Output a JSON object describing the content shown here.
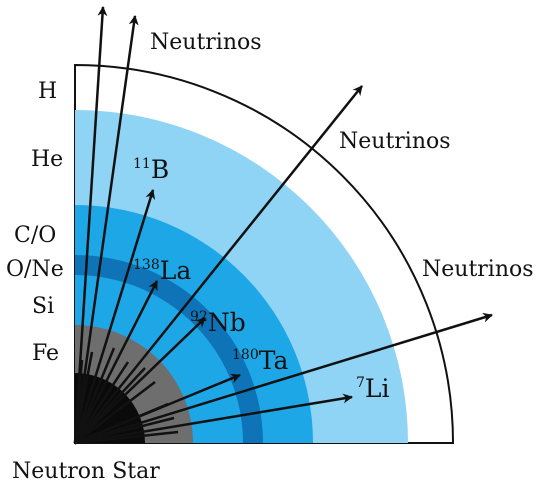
{
  "colors": {
    "hydrogen_shell": "#ffffff",
    "helium_shell": "#8fd3f5",
    "carbon_oxygen_shell": "#1ea7e6",
    "oxygen_neon_shell": "#0f73b8",
    "silicon_shell": "#1ea7e6",
    "iron_core": "#6e6e6e",
    "neutron_star": "#0a0a0a",
    "outline": "#111111"
  },
  "layers": [
    "H",
    "He",
    "C/O",
    "O/Ne",
    "Si",
    "Fe"
  ],
  "center_label": "Neutron Star",
  "neutrino_label": "Neutrinos",
  "nuclides": [
    {
      "mass": "11",
      "element": "B"
    },
    {
      "mass": "138",
      "element": "La"
    },
    {
      "mass": "92",
      "element": "Nb"
    },
    {
      "mass": "180",
      "element": "Ta"
    },
    {
      "mass": "7",
      "element": "Li"
    }
  ]
}
